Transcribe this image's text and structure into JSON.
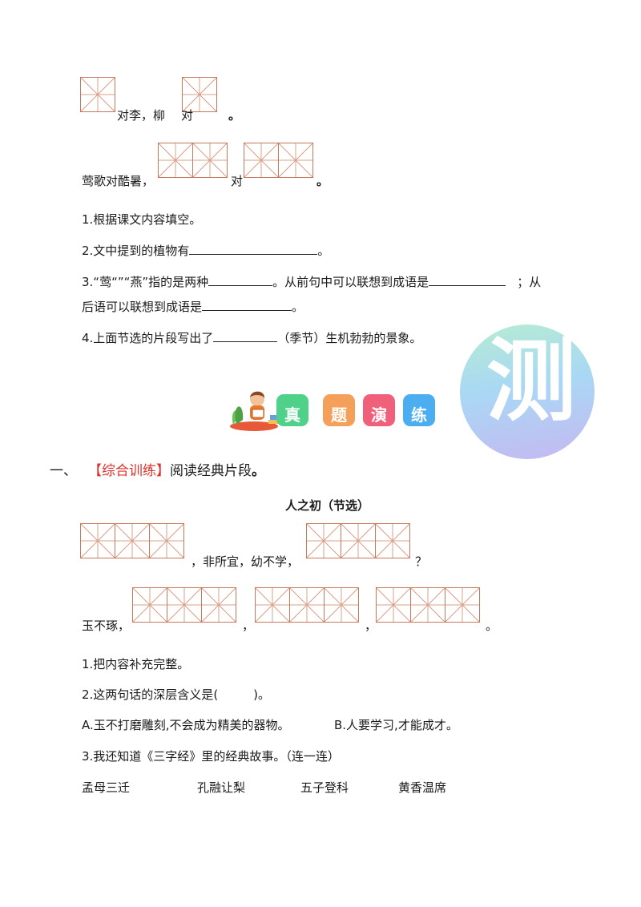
{
  "poem": {
    "line1_a": "对李，柳",
    "line1_b": "对",
    "line1_end": "。",
    "line2_a": "莺歌",
    "line2_b": "对",
    "line2_c": "酷暑，",
    "line2_d": "对",
    "line2_end": "。"
  },
  "questions1": {
    "q1": "1.根据课文内容填空。",
    "q2": "2.文中提到的植物有",
    "q2_end": "。",
    "q3_a": "3.“莺“”“燕”指的是两种",
    "q3_b": "。从前句中可以联想到成语是",
    "q3_c": "；从",
    "q3_d": "后语可以联想到成语是",
    "q3_end": "。",
    "q4_a": "4.上面节选的片段写出了",
    "q4_b": "（季节）生机勃勃的景象。"
  },
  "banner": {
    "chars": [
      "真",
      "题",
      "演",
      "练"
    ],
    "colors": [
      "#4fd18a",
      "#f5a05a",
      "#f0607a",
      "#4aaef0"
    ]
  },
  "stamp": {
    "char": "测"
  },
  "section": {
    "number": "一、",
    "bracket_open": "【",
    "tag": "综合训练",
    "bracket_close": "】",
    "text": "阅读经典片段",
    "end": "。"
  },
  "passage": {
    "title": "人之初（节选）",
    "line1_mid": "，非所宜，幼不学，",
    "line1_end": "？",
    "line2_start": "玉不琢，",
    "comma1": "，",
    "comma2": "，",
    "line2_end": "。"
  },
  "questions2": {
    "q1": "1.把内容补充完整。",
    "q2": "2.这两句话的深层含义是(",
    "q2_end": ")。",
    "optA": "A.玉不打磨雕刻,不会成为精美的器物。",
    "optB": "B.人要学习,才能成才。",
    "q3": "3.我还知道《三字经》里的经典故事。（连一连）",
    "stories": [
      "孟母三迁",
      "孔融让梨",
      "五子登科",
      "黄香温席"
    ]
  }
}
